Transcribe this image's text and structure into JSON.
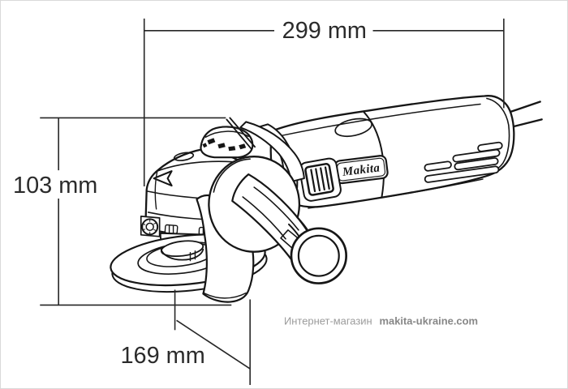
{
  "page": {
    "background": "#ffffff"
  },
  "drawing": {
    "subject": "Makita angle grinder dimensional technical drawing",
    "dimensions": {
      "length": {
        "label": "299 mm"
      },
      "height": {
        "label": "103 mm"
      },
      "width": {
        "label": "169 mm"
      }
    },
    "logo": {
      "text": "Makita"
    },
    "colors": {
      "line": "#161616",
      "dimension_line": "#262626",
      "dimension_text": "#2b2b2b",
      "watermark_text": "#9b9b9b",
      "watermark_site": "#878787"
    }
  },
  "watermark": {
    "store_label": "Интернет-магазин",
    "site": "makita-ukraine.com"
  }
}
